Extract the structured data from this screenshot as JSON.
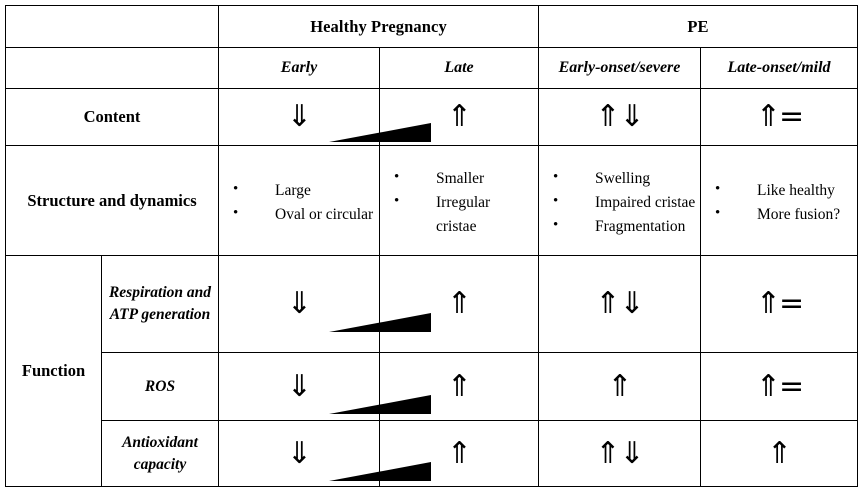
{
  "table": {
    "header": {
      "corner_blank": "",
      "groups": [
        {
          "label": "Healthy Pregnancy"
        },
        {
          "label": "PE"
        }
      ],
      "subheaders": [
        {
          "label": "Early"
        },
        {
          "label": "Late"
        },
        {
          "label": "Early-onset/severe"
        },
        {
          "label": "Late-onset/mild"
        }
      ]
    },
    "colors": {
      "healthy_bg": "#e3edda",
      "pe_bg": "#f9cdab",
      "border": "#000000",
      "text": "#000000"
    },
    "rows": [
      {
        "label": "Content",
        "type": "arrows",
        "has_wedge": true,
        "cells": {
          "early": "⇓",
          "late": "⇑",
          "early_onset": "⇑⇓",
          "late_onset": "⇑="
        }
      },
      {
        "label": "Structure and dynamics",
        "type": "bullets",
        "has_wedge": false,
        "cells": {
          "early": [
            "Large",
            "Oval or circular"
          ],
          "late": [
            "Smaller",
            "Irregular cristae"
          ],
          "early_onset": [
            "Swelling",
            "Impaired cristae",
            "Fragmentation"
          ],
          "late_onset": [
            "Like healthy",
            "More fusion?"
          ]
        }
      }
    ],
    "function_section": {
      "label": "Function",
      "subrows": [
        {
          "label": "Respiration and ATP generation",
          "has_wedge": true,
          "cells": {
            "early": "⇓",
            "late": "⇑",
            "early_onset": "⇑⇓",
            "late_onset": "⇑="
          }
        },
        {
          "label": "ROS",
          "has_wedge": true,
          "cells": {
            "early": "⇓",
            "late": "⇑",
            "early_onset": "⇑",
            "late_onset": "⇑="
          }
        },
        {
          "label": "Antioxidant capacity",
          "has_wedge": true,
          "cells": {
            "early": "⇓",
            "late": "⇑",
            "early_onset": "⇑⇓",
            "late_onset": "⇑"
          }
        }
      ]
    }
  }
}
